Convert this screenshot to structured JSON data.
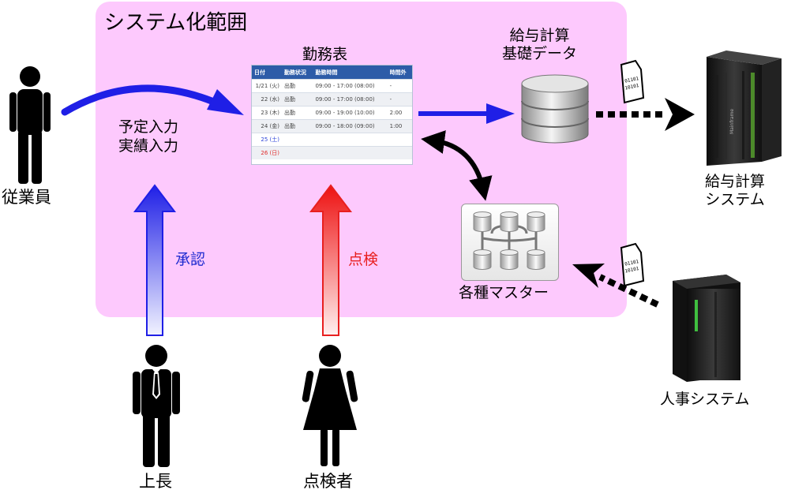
{
  "system_scope": {
    "title": "システム化範囲"
  },
  "timesheet": {
    "title": "勤務表",
    "columns": [
      "日付",
      "勤務状況",
      "勤務時間",
      "時間外"
    ],
    "rows": [
      {
        "date": "1/21 (火)",
        "status": "出勤",
        "hours": "09:00 - 17:00 (08:00)",
        "overtime": "-"
      },
      {
        "date": "22 (水)",
        "status": "出勤",
        "hours": "09:00 - 17:00 (08:00)",
        "overtime": "-"
      },
      {
        "date": "23 (木)",
        "status": "出勤",
        "hours": "09:00 - 19:00 (10:00)",
        "overtime": "2:00"
      },
      {
        "date": "24 (金)",
        "status": "出勤",
        "hours": "09:00 - 18:00 (09:00)",
        "overtime": "1:00"
      },
      {
        "date": "25 (土)",
        "status": "",
        "hours": "",
        "overtime": ""
      },
      {
        "date": "26 (日)",
        "status": "",
        "hours": "",
        "overtime": ""
      }
    ]
  },
  "employee": {
    "label": "従業員"
  },
  "input": {
    "line1": "予定入力",
    "line2": "実績入力"
  },
  "approval": {
    "label": "承認"
  },
  "inspection": {
    "label": "点検"
  },
  "boss": {
    "label": "上長"
  },
  "inspector": {
    "label": "点検者"
  },
  "payroll_data": {
    "line1": "給与計算",
    "line2": "基礎データ"
  },
  "payroll_system": {
    "line1": "給与計算",
    "line2": "システム"
  },
  "masters": {
    "label": "各種マスター"
  },
  "hr_system": {
    "label": "人事システム"
  },
  "data_file": {
    "bits_line1": "01101",
    "bits_line2": "10101"
  },
  "server_brand": {
    "text": "Mainframe"
  },
  "colors": {
    "scope_bg": "#fdc9fd",
    "flow_arrow": "#1f1fe6",
    "approval": "#1f2bd0",
    "inspection": "#e81f1f",
    "table_header": "#2d5ca8"
  },
  "icons": [
    "person-icon",
    "businessman-icon",
    "woman-icon",
    "database-icon",
    "server-icon",
    "document-icon",
    "master-database-icon"
  ]
}
